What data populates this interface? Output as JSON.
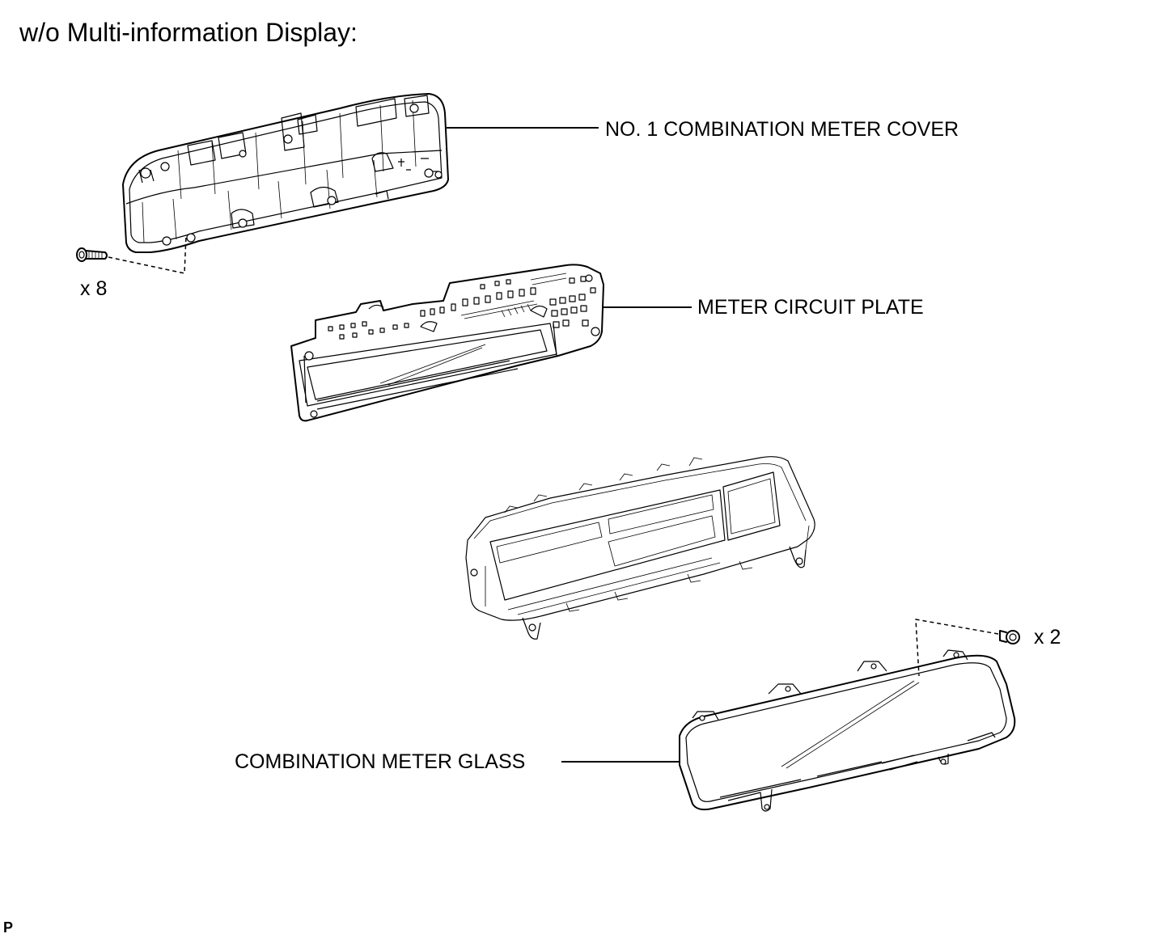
{
  "diagram": {
    "heading": "w/o Multi-information Display:",
    "figure_code": "P",
    "parts": [
      {
        "id": "cover",
        "label": "NO. 1 COMBINATION METER COVER"
      },
      {
        "id": "plate",
        "label": "METER CIRCUIT PLATE"
      },
      {
        "id": "housing",
        "label": ""
      },
      {
        "id": "glass",
        "label": "COMBINATION METER GLASS"
      }
    ],
    "fasteners": [
      {
        "id": "screws-left",
        "quantity": "x 8"
      },
      {
        "id": "screws-right",
        "quantity": "x 2"
      }
    ]
  }
}
